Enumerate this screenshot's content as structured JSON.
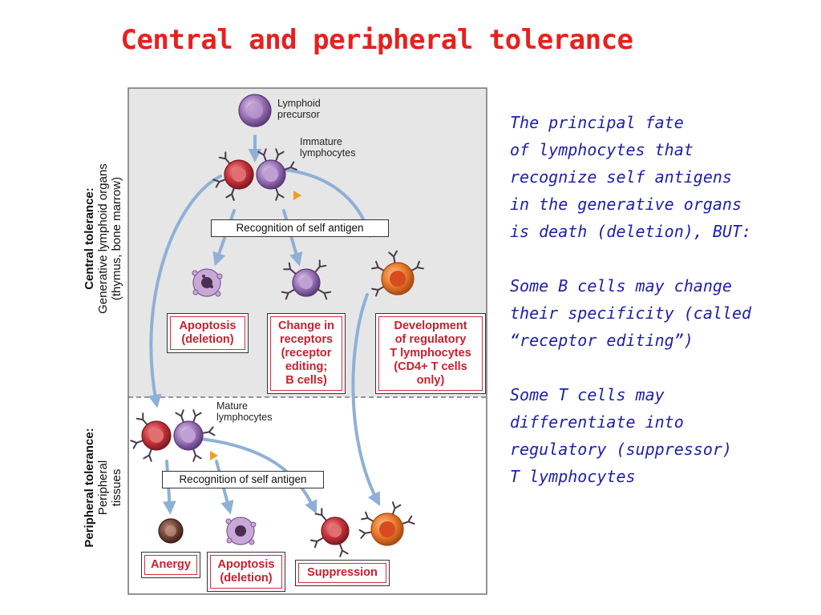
{
  "title": "Central and peripheral tolerance",
  "central": {
    "heading": "Central tolerance:",
    "line2": "Generative lymphoid organs",
    "line3": "(thymus, bone marrow)",
    "precursor_label": "Lymphoid\nprecursor",
    "immature_label": "Immature\nlymphocytes",
    "recognition": "Recognition of self antigen",
    "fates": [
      "Apoptosis\n(deletion)",
      "Change in\nreceptors\n(receptor\nediting;\nB cells)",
      "Development\nof regulatory\nT lymphocytes\n(CD4+ T cells\nonly)"
    ]
  },
  "peripheral": {
    "heading": "Peripheral tolerance:",
    "line2": "Peripheral",
    "line3": "tissues",
    "mature_label": "Mature\nlymphocytes",
    "recognition": "Recognition of self antigen",
    "fates": [
      "Anergy",
      "Apoptosis\n(deletion)",
      "Suppression"
    ]
  },
  "text_blocks": [
    "The principal fate\nof lymphocytes that\nrecognize self antigens\nin the generative organs\nis death (deletion), BUT:",
    "Some B cells may change\ntheir specificity (called\n“receptor editing”)",
    "Some T cells may\ndifferentiate into\nregulatory (suppressor)\nT lymphocytes"
  ],
  "colors": {
    "title": "#e8201e",
    "body_text": "#1e1ea8",
    "panel_bg": "#e6e6e6",
    "fate_text": "#c8202e",
    "arrow": "#8fb0d6",
    "red_cell": "#c8323c",
    "purple_cell": "#8a62a6",
    "orange_cell": "#e9782a",
    "brown_cell": "#6e4335",
    "antigen": "#f0a020"
  }
}
